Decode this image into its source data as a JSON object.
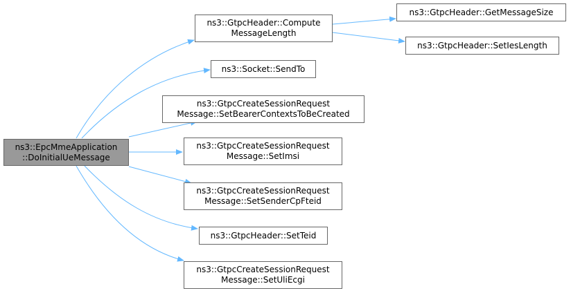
{
  "graph": {
    "root": {
      "line1": "ns3::EpcMmeApplication",
      "line2": "::DoInitialUeMessage"
    },
    "callees": [
      {
        "line1": "ns3::GtpcHeader::Compute",
        "line2": "MessageLength"
      },
      {
        "line1": "ns3::Socket::SendTo",
        "line2": ""
      },
      {
        "line1": "ns3::GtpcCreateSessionRequest",
        "line2": "Message::SetBearerContextsToBeCreated"
      },
      {
        "line1": "ns3::GtpcCreateSessionRequest",
        "line2": "Message::SetImsi"
      },
      {
        "line1": "ns3::GtpcCreateSessionRequest",
        "line2": "Message::SetSenderCpFteid"
      },
      {
        "line1": "ns3::GtpcHeader::SetTeid",
        "line2": ""
      },
      {
        "line1": "ns3::GtpcCreateSessionRequest",
        "line2": "Message::SetUliEcgi"
      }
    ],
    "second_level": [
      {
        "line1": "ns3::GtpcHeader::GetMessageSize",
        "line2": ""
      },
      {
        "line1": "ns3::GtpcHeader::SetIesLength",
        "line2": ""
      }
    ]
  },
  "colors": {
    "edge": "#63b8ff",
    "root_fill": "#999999",
    "border": "#666666"
  }
}
